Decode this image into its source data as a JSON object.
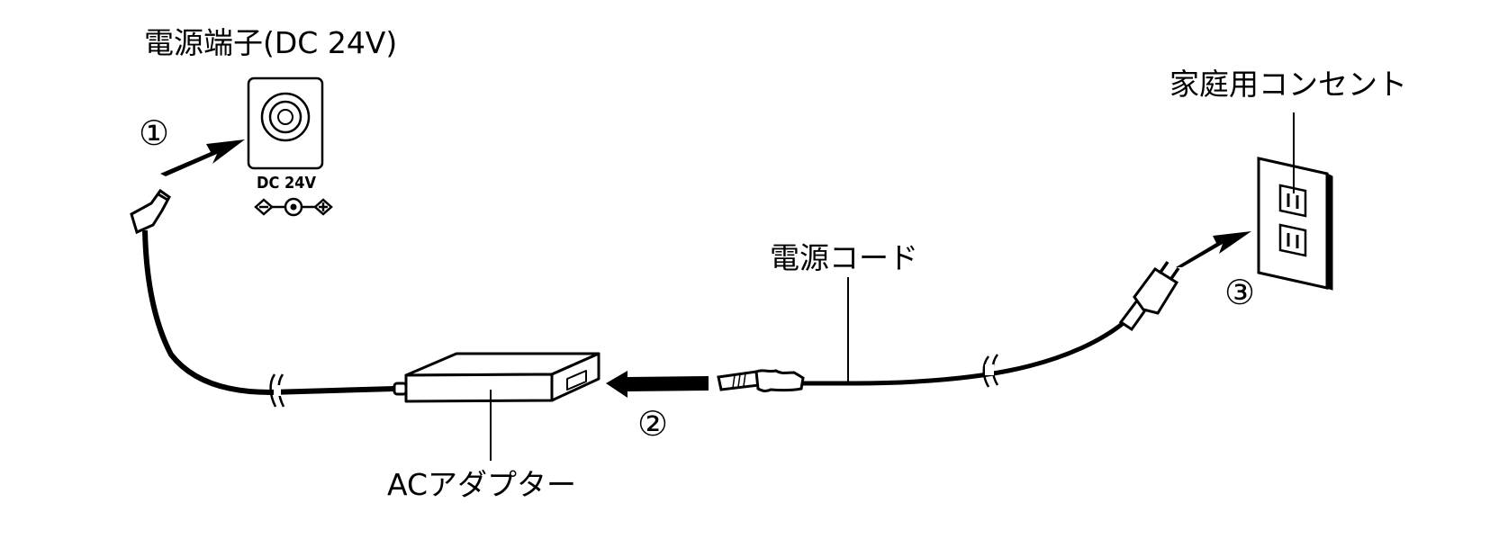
{
  "labels": {
    "dc_jack": "電源端子(DC 24V)",
    "outlet": "家庭用コンセント",
    "power_cord": "電源コード",
    "ac_adapter": "ACアダプター"
  },
  "jack_marking": "DC 24V",
  "steps": [
    "①",
    "②",
    "③"
  ]
}
